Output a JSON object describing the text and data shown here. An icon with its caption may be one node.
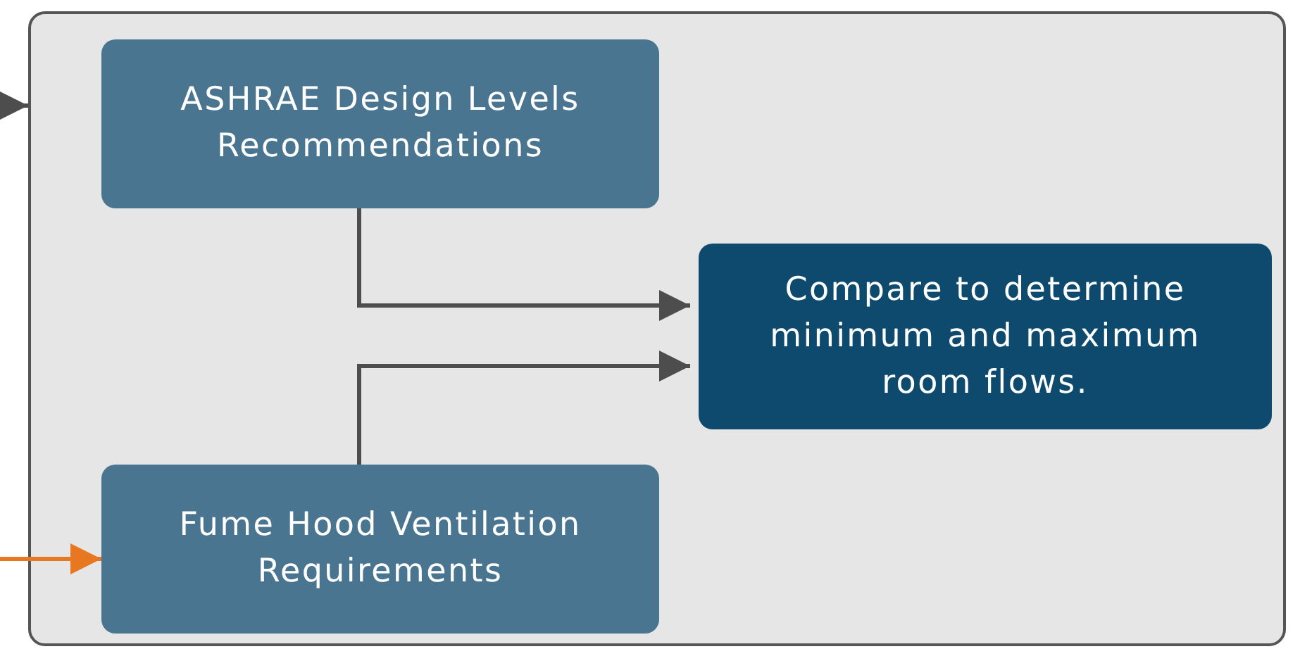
{
  "diagram": {
    "nodes": [
      {
        "text": [],
        "shape": "box"
      },
      {
        "text": [
          "ASHRAE Design Levels Recommendations"
        ],
        "in": 0
      },
      {
        "text": [
          "Compare to determine minimum and maximum room flows."
        ],
        "in": 0
      },
      {
        "text": [
          "Fume Hood Ventilation Requirements"
        ],
        "in": 0
      }
    ],
    "edges": [
      {
        "from": null,
        "to": 0,
        "arrow": "to"
      },
      {
        "from": 1,
        "to": 2,
        "arrow": "to"
      },
      {
        "from": 3,
        "to": 2,
        "arrow": "to"
      },
      {
        "from": null,
        "to": 3,
        "arrow": "to",
        "color": "#e87722"
      }
    ]
  }
}
